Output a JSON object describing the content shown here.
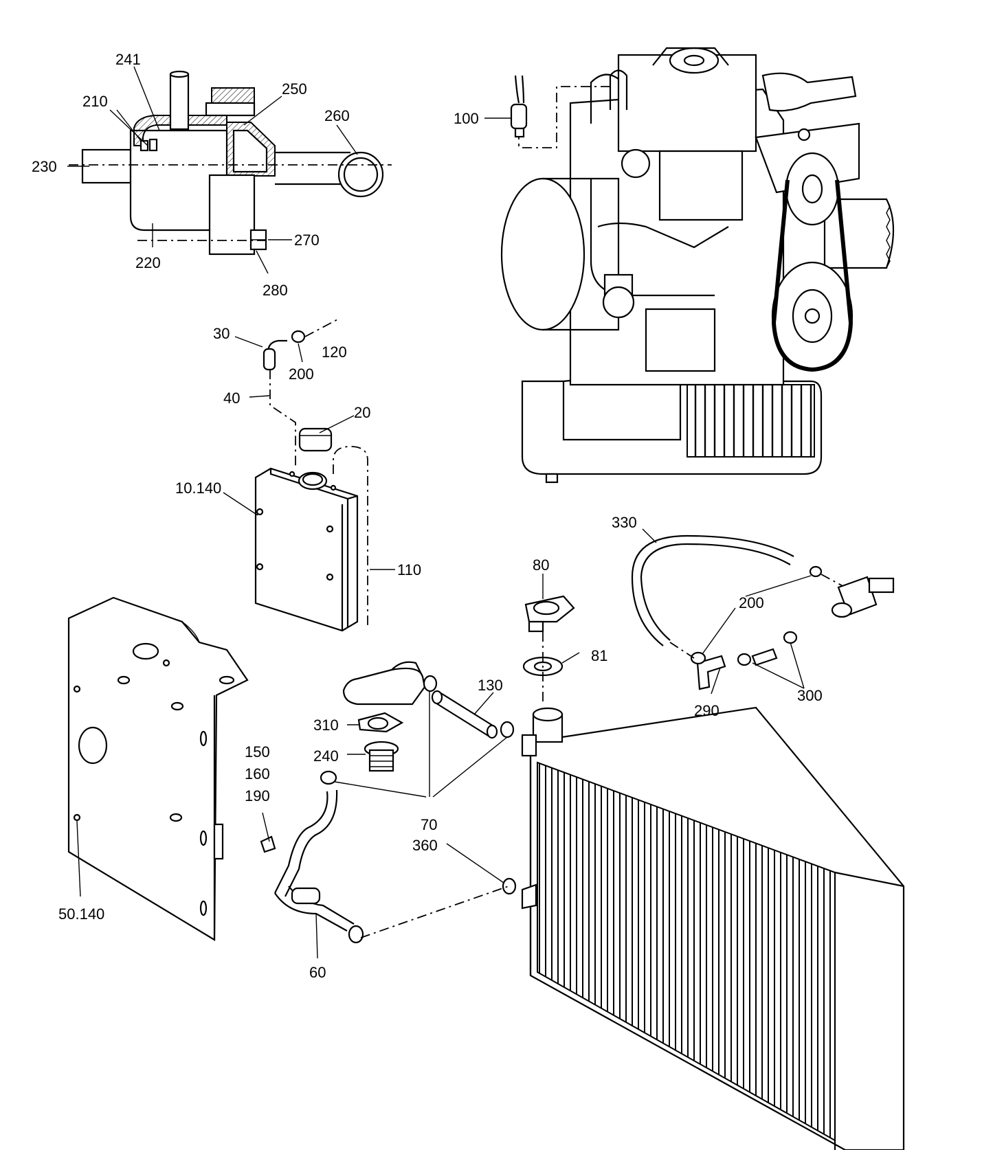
{
  "diagram": {
    "callouts": {
      "c241": "241",
      "c210": "210",
      "c250": "250",
      "c260": "260",
      "c230": "230",
      "c270": "270",
      "c220": "220",
      "c280": "280",
      "c100": "100",
      "c30": "30",
      "c120": "120",
      "c200a": "200",
      "c40": "40",
      "c20": "20",
      "c10140": "10.140",
      "c110": "110",
      "c80": "80",
      "c330": "330",
      "c200b": "200",
      "c81": "81",
      "c130": "130",
      "c290": "290",
      "c300": "300",
      "c310": "310",
      "c240": "240",
      "c150": "150",
      "c160": "160",
      "c190": "190",
      "c70": "70",
      "c360": "360",
      "c50140": "50.140",
      "c60": "60"
    }
  }
}
